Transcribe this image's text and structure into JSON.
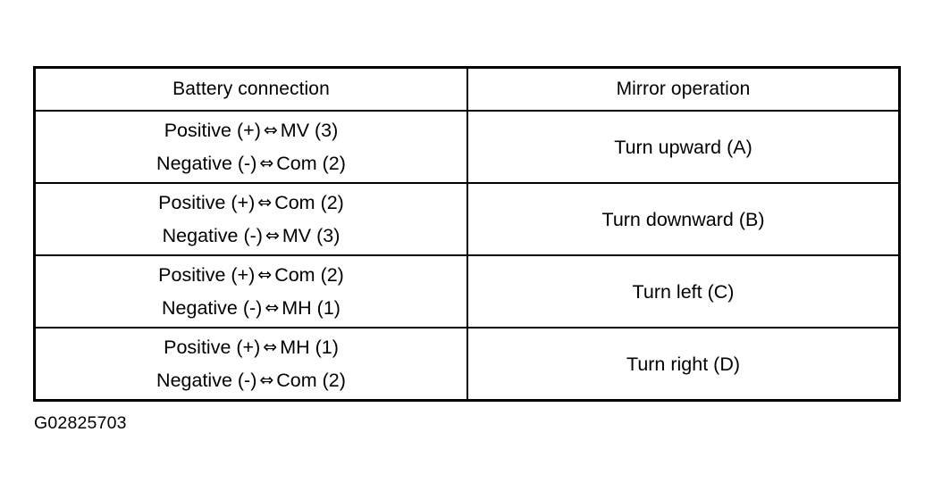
{
  "figure": {
    "caption": "G02825703",
    "border_color": "#000000",
    "background_color": "#ffffff",
    "text_color": "#000000"
  },
  "table": {
    "columns": [
      {
        "key": "battery_connection",
        "header": "Battery connection"
      },
      {
        "key": "mirror_operation",
        "header": "Mirror operation"
      }
    ],
    "arrow_symbol": "⇔",
    "arrow_icon_name": "left-right-double-arrow-icon",
    "rows": [
      {
        "connection_lines": [
          {
            "terminal": "Positive (+)",
            "arrow": "⇔",
            "pin": "MV (3)"
          },
          {
            "terminal": "Negative (-)",
            "arrow": "⇔",
            "pin": "Com (2)"
          }
        ],
        "operation": "Turn upward (A)"
      },
      {
        "connection_lines": [
          {
            "terminal": "Positive (+)",
            "arrow": "⇔",
            "pin": "Com (2)"
          },
          {
            "terminal": "Negative (-)",
            "arrow": "⇔",
            "pin": "MV (3)"
          }
        ],
        "operation": "Turn downward (B)"
      },
      {
        "connection_lines": [
          {
            "terminal": "Positive (+)",
            "arrow": "⇔",
            "pin": "Com (2)"
          },
          {
            "terminal": "Negative (-)",
            "arrow": "⇔",
            "pin": "MH (1)"
          }
        ],
        "operation": "Turn left (C)"
      },
      {
        "connection_lines": [
          {
            "terminal": "Positive (+)",
            "arrow": "⇔",
            "pin": "MH (1)"
          },
          {
            "terminal": "Negative (-)",
            "arrow": "⇔",
            "pin": "Com (2)"
          }
        ],
        "operation": "Turn right (D)"
      }
    ]
  }
}
